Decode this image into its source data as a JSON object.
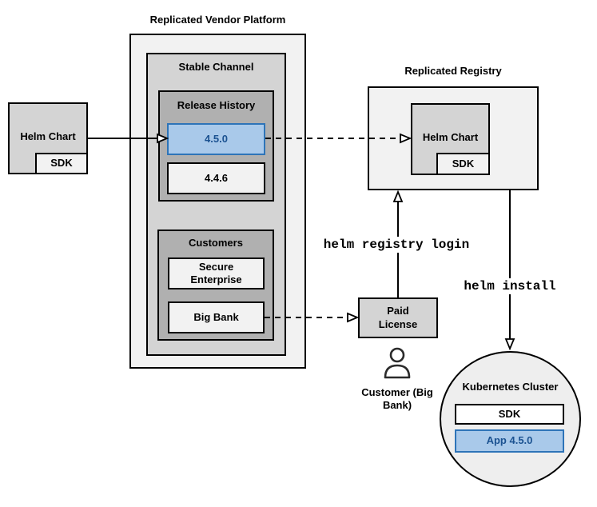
{
  "colors": {
    "box_light": "#f2f2f2",
    "box_mid": "#d4d4d4",
    "box_dark": "#b0b0b0",
    "box_white": "#ffffff",
    "circle_fill": "#eeeeee",
    "blue_fill": "#a9c9ea",
    "blue_border": "#2e74b8",
    "blue_text": "#1b5291",
    "line": "#000000"
  },
  "vendor_platform": {
    "title": "Replicated Vendor Platform",
    "stable_channel": {
      "title": "Stable Channel",
      "release_history": {
        "title": "Release History",
        "current_release": "4.5.0",
        "previous_release": "4.4.6"
      },
      "customers": {
        "title": "Customers",
        "customer_1": "Secure Enterprise",
        "customer_2": "Big Bank"
      }
    }
  },
  "source": {
    "helm_chart": "Helm Chart",
    "sdk": "SDK"
  },
  "registry": {
    "title": "Replicated Registry",
    "helm_chart": "Helm Chart",
    "sdk": "SDK"
  },
  "license": {
    "label": "Paid License"
  },
  "customer": {
    "label": "Customer (Big Bank)"
  },
  "commands": {
    "registry_login": "helm registry login",
    "install": "helm install"
  },
  "cluster": {
    "title": "Kubernetes Cluster",
    "sdk": "SDK",
    "app": "App 4.5.0"
  }
}
